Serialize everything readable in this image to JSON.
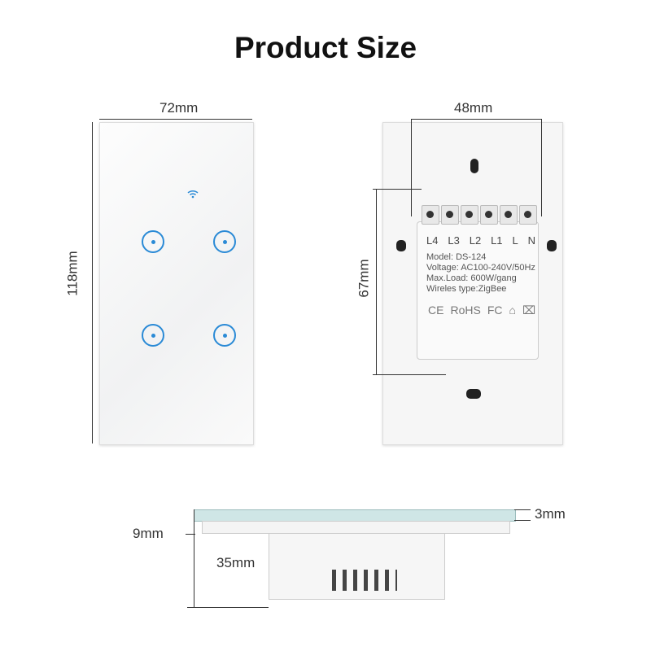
{
  "title": "Product Size",
  "front": {
    "width_label": "72mm",
    "height_label": "118mm",
    "icon": "wifi-icon",
    "buttons": 4
  },
  "back": {
    "width_label": "48mm",
    "height_label": "67mm",
    "terminals": [
      "L4",
      "L3",
      "L2",
      "L1",
      "L",
      "N"
    ],
    "model": "Model: DS-124",
    "voltage": "Voltage: AC100-240V/50Hz",
    "load": "Max.Load: 600W/gang",
    "wireless": "Wireles type:ZigBee",
    "certs": [
      "CE",
      "RoHS",
      "FC"
    ]
  },
  "side": {
    "glass_label": "3mm",
    "front_label": "9mm",
    "depth_label": "35mm"
  }
}
